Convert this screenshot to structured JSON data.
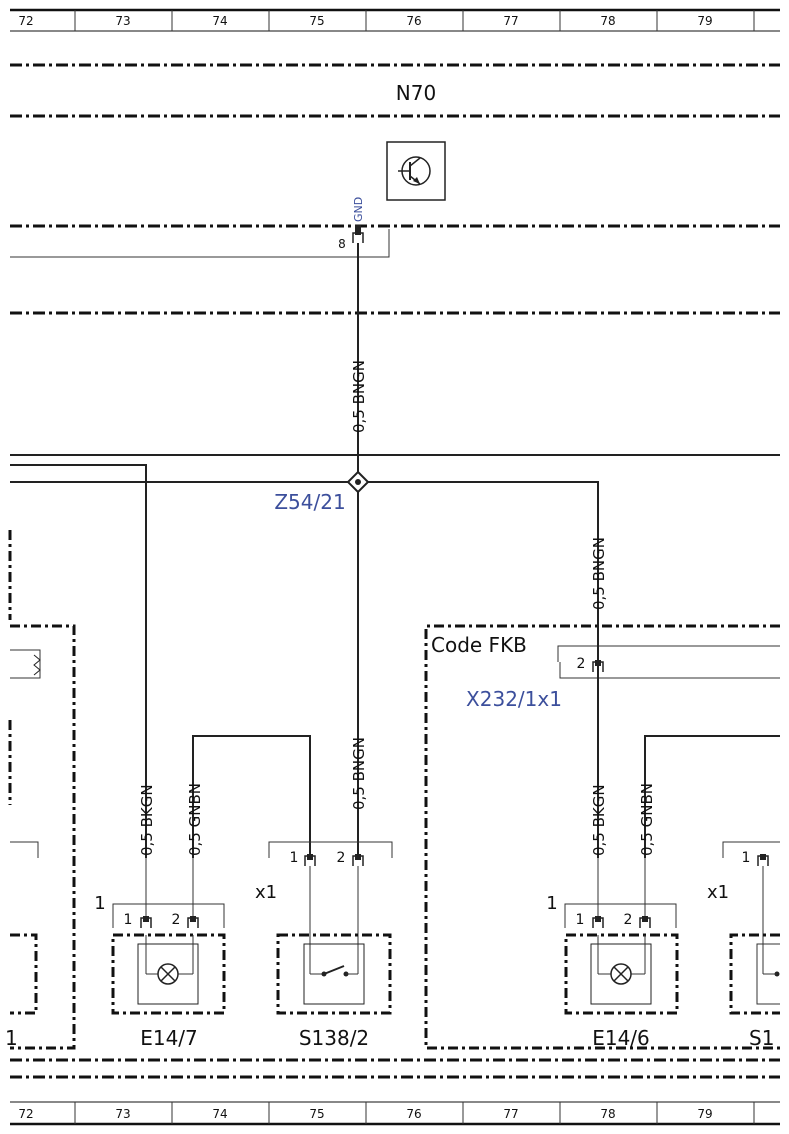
{
  "ruler": {
    "top": [
      "72",
      "73",
      "74",
      "75",
      "76",
      "77",
      "78",
      "79"
    ],
    "bottom": [
      "72",
      "73",
      "74",
      "75",
      "76",
      "77",
      "78",
      "79"
    ]
  },
  "module": {
    "name": "N70",
    "pin_label": "GND",
    "pin_num": "8"
  },
  "splice": {
    "label": "Z54/21"
  },
  "wires": {
    "main_vertical": "0,5 BNGN",
    "right_vertical": "0,5 BNGN",
    "e147_pin1": "0,5 BKGN",
    "e147_pin2": "0,5 GNBN",
    "s138_pin2": "0,5 BNGN",
    "e146_pin1": "0,5 BKGN",
    "e146_pin2": "0,5 GNBN"
  },
  "code_block": {
    "label": "Code FKB"
  },
  "connector_x232": {
    "label": "X232/1x1",
    "pin": "2"
  },
  "connectors": {
    "e147_conn_label": "1",
    "e147_pin1": "1",
    "e147_pin2": "2",
    "s138_conn_label": "x1",
    "s138_pin1": "1",
    "s138_pin2": "2",
    "e146_conn_label": "1",
    "e146_pin1": "1",
    "e146_pin2": "2",
    "right_conn_label": "x1",
    "right_pin1": "1"
  },
  "components": {
    "e147": "E14/7",
    "s1382": "S138/2",
    "e146": "E14/6",
    "s13_partial": "S1",
    "left_partial": "1"
  }
}
